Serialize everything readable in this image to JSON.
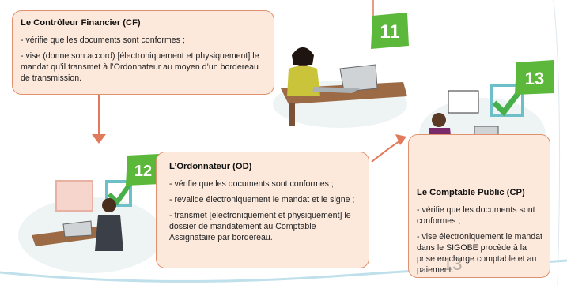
{
  "steps": [
    {
      "number": "11",
      "title": "Le Contrôleur Financier (CF)",
      "items": [
        "- vérifie que les documents sont conformes ;",
        "- vise (donne son accord) [électroniquement et physiquement] le mandat qu’il transmet à l’Ordonnateur au moyen d’un bordereau de transmission."
      ]
    },
    {
      "number": "12",
      "title": "L’Ordonnateur (OD)",
      "items": [
        "- vérifie que les documents sont conformes ;",
        "- revalide électroniquement le mandat et le signe ;",
        "- transmet [électroniquement et physiquement] le dossier de mandatement au Comptable Assignataire par bordereau."
      ]
    },
    {
      "number": "13",
      "title": "Le Comptable Public (CP)",
      "items": [
        "- vérifie que les documents sont conformes ;",
        "- vise électroniquement le mandat dans le SIGOBE procède à la prise en charge comptable et au paiement."
      ]
    }
  ],
  "page_number": "13",
  "colors": {
    "box_fill": "#fde9dc",
    "box_border": "#e0906e",
    "arrow": "#e07a5a",
    "badge_green": "#5cb83a",
    "check_green": "#48b04a"
  }
}
